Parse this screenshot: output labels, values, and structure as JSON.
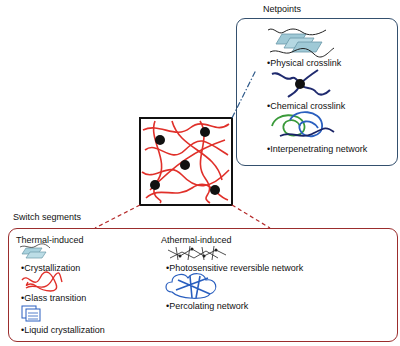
{
  "diagram": {
    "nodes": [
      {
        "text": [
          "Netpoints",
          "•Physical crosslink",
          "•Chemical crosslink",
          "•Interpenetrating network"
        ]
      },
      {
        "text": [
          "Switch segments",
          "Thermal-induced",
          "•Crystallization",
          "•Glass transition",
          "•Liquid crystallization",
          "Athermal-induced",
          "•Photosensitive reversible network",
          "•Percolating network"
        ]
      }
    ]
  }
}
